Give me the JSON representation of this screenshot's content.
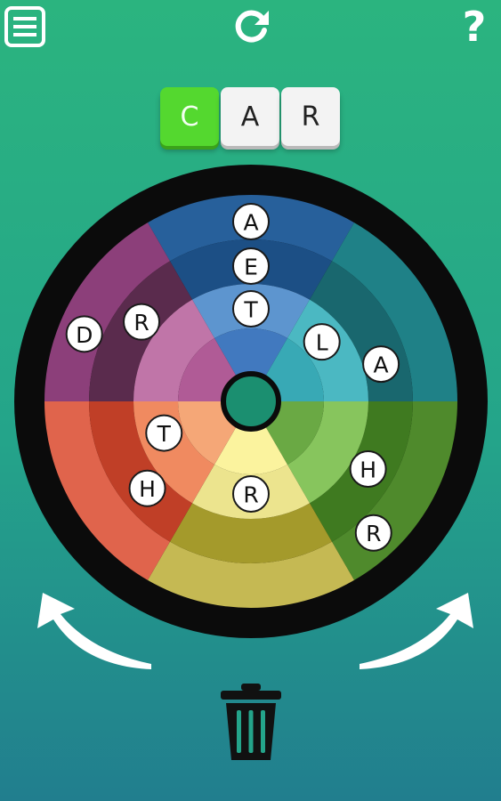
{
  "toolbar": {
    "menu_icon": "menu-list-icon",
    "refresh_icon": "refresh-icon",
    "help_icon": "question-mark-icon",
    "help_label": "?"
  },
  "word": {
    "tiles": [
      {
        "letter": "C",
        "active": true
      },
      {
        "letter": "A",
        "active": false
      },
      {
        "letter": "R",
        "active": false
      }
    ]
  },
  "wheel": {
    "sectors": [
      {
        "name": "blue",
        "colors": [
          "#27609b",
          "#1c4f85",
          "#5d95cf",
          "#4179bf"
        ]
      },
      {
        "name": "teal",
        "colors": [
          "#1f8187",
          "#19676e",
          "#4bb8c2",
          "#38a9b5"
        ]
      },
      {
        "name": "green",
        "colors": [
          "#4f8a2c",
          "#3f7a20",
          "#87c55d",
          "#6aa944"
        ]
      },
      {
        "name": "yellow",
        "colors": [
          "#c5b953",
          "#a49a2b",
          "#ece48e",
          "#fbf39e"
        ]
      },
      {
        "name": "red",
        "colors": [
          "#e0644c",
          "#c03f27",
          "#f08a60",
          "#f5a777"
        ]
      },
      {
        "name": "purple",
        "colors": [
          "#8c3f7a",
          "#5a2b4d",
          "#c075a8",
          "#b05b96"
        ]
      }
    ],
    "center_color": "#1b8f70",
    "letters": [
      {
        "char": "A",
        "sector": 0,
        "ring": 3,
        "offset": 0
      },
      {
        "char": "E",
        "sector": 0,
        "ring": 2,
        "offset": 0
      },
      {
        "char": "T",
        "sector": 0,
        "ring": 1,
        "offset": 0
      },
      {
        "char": "A",
        "sector": 1,
        "ring": 2,
        "offset": 0
      },
      {
        "char": "L",
        "sector": 1,
        "ring": 1,
        "offset": 0
      },
      {
        "char": "R",
        "sector": 2,
        "ring": 3,
        "offset": 0
      },
      {
        "char": "H",
        "sector": 2,
        "ring": 2,
        "offset": 0
      },
      {
        "char": "R",
        "sector": 3,
        "ring": 1,
        "offset": 0
      },
      {
        "char": "H",
        "sector": 4,
        "ring": 2,
        "offset": 0
      },
      {
        "char": "T",
        "sector": 4,
        "ring": 1,
        "offset": 0
      },
      {
        "char": "D",
        "sector": 5,
        "ring": 3,
        "offset": 0
      },
      {
        "char": "R",
        "sector": 5,
        "ring": 2,
        "offset": 0
      }
    ]
  },
  "controls": {
    "rotate_left_icon": "curved-arrow-left-icon",
    "rotate_right_icon": "curved-arrow-right-icon",
    "trash_icon": "trash-can-icon"
  }
}
